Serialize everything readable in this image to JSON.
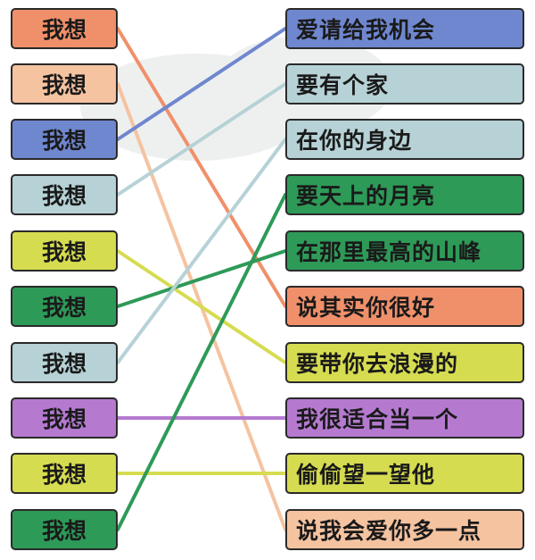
{
  "left_items": [
    {
      "label": "我想",
      "color": "#f0906a"
    },
    {
      "label": "我想",
      "color": "#f5c3a0"
    },
    {
      "label": "我想",
      "color": "#6f87cf"
    },
    {
      "label": "我想",
      "color": "#b6d2d6"
    },
    {
      "label": "我想",
      "color": "#d6dc50"
    },
    {
      "label": "我想",
      "color": "#2e9a58"
    },
    {
      "label": "我想",
      "color": "#b6d2d6"
    },
    {
      "label": "我想",
      "color": "#b57ad0"
    },
    {
      "label": "我想",
      "color": "#d6dc50"
    },
    {
      "label": "我想",
      "color": "#2e9a58"
    }
  ],
  "right_items": [
    {
      "label": "爱请给我机会",
      "color": "#6f87cf"
    },
    {
      "label": "要有个家",
      "color": "#b6d2d6"
    },
    {
      "label": "在你的身边",
      "color": "#b6d2d6"
    },
    {
      "label": "要天上的月亮",
      "color": "#2e9a58"
    },
    {
      "label": "在那里最高的山峰",
      "color": "#2e9a58"
    },
    {
      "label": "说其实你很好",
      "color": "#f0906a"
    },
    {
      "label": "要带你去浪漫的",
      "color": "#d6dc50"
    },
    {
      "label": "我很适合当一个",
      "color": "#b57ad0"
    },
    {
      "label": "偷偷望一望他",
      "color": "#d6dc50"
    },
    {
      "label": "说我会爱你多一点",
      "color": "#f5c3a0"
    }
  ],
  "connections": [
    {
      "from": 0,
      "to": 5,
      "color": "#f0906a"
    },
    {
      "from": 1,
      "to": 9,
      "color": "#f5c3a0"
    },
    {
      "from": 2,
      "to": 0,
      "color": "#6f87cf"
    },
    {
      "from": 3,
      "to": 1,
      "color": "#b6d2d6"
    },
    {
      "from": 4,
      "to": 6,
      "color": "#d6dc50"
    },
    {
      "from": 5,
      "to": 4,
      "color": "#2e9a58"
    },
    {
      "from": 6,
      "to": 2,
      "color": "#b6d2d6"
    },
    {
      "from": 7,
      "to": 7,
      "color": "#b57ad0"
    },
    {
      "from": 8,
      "to": 8,
      "color": "#d6dc50"
    },
    {
      "from": 9,
      "to": 3,
      "color": "#2e9a58"
    }
  ]
}
